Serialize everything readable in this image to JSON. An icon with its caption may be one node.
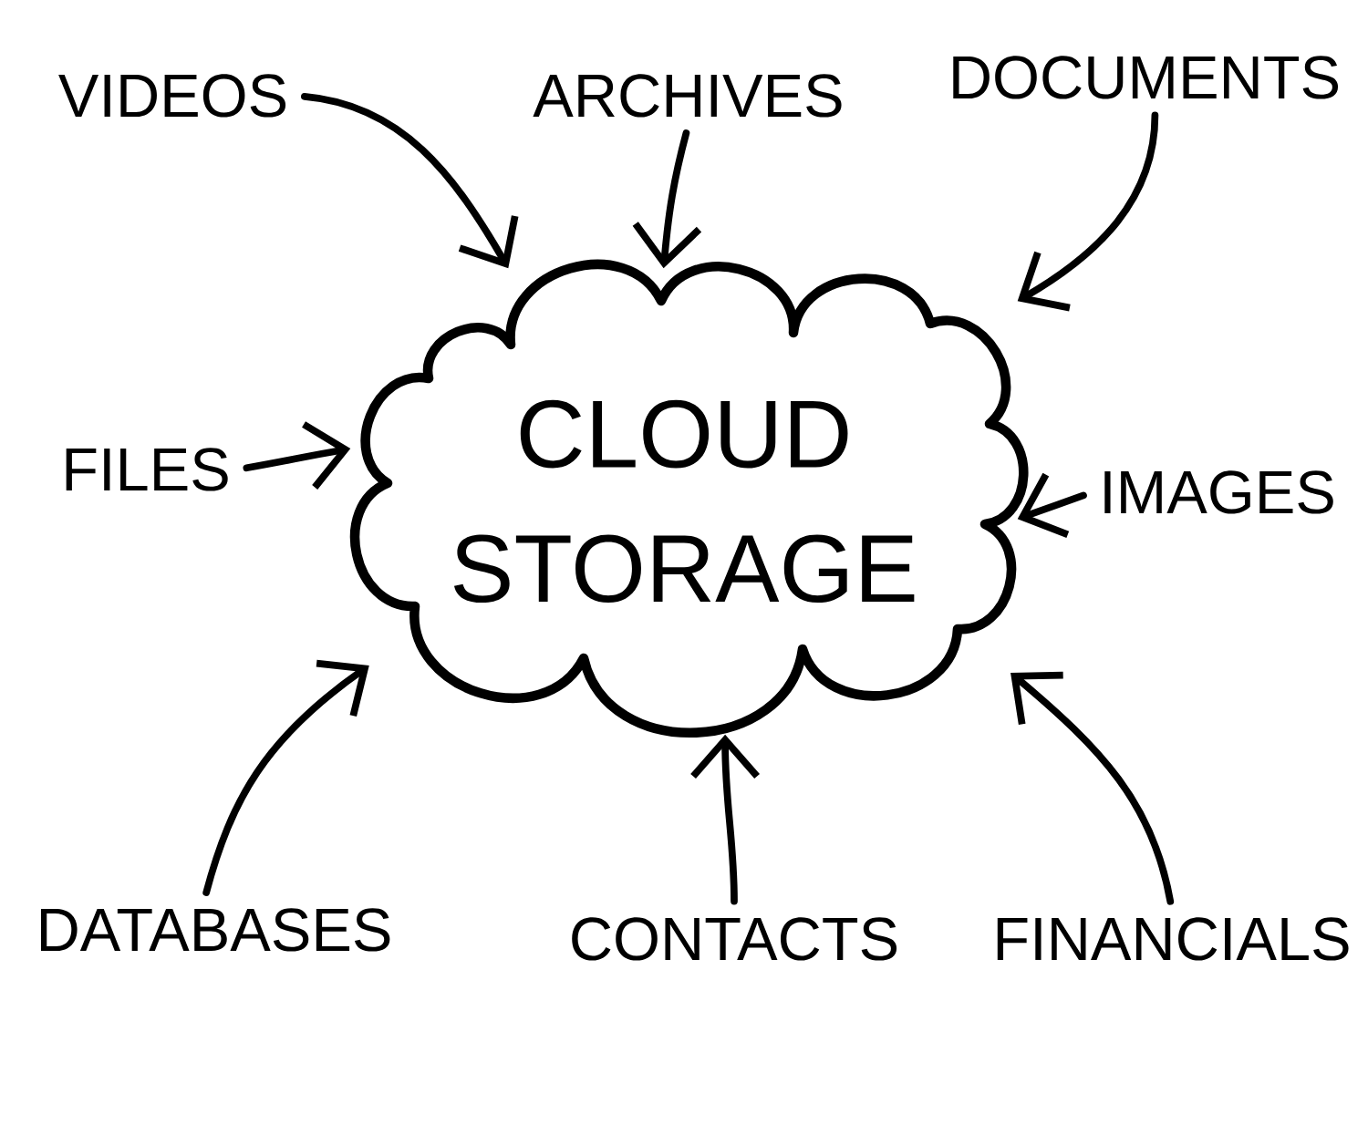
{
  "diagram": {
    "nodes": [
      {
        "text": [
          "VIDEOS"
        ]
      },
      {
        "text": [
          "ARCHIVES"
        ]
      },
      {
        "text": [
          "DOCUMENTS"
        ]
      },
      {
        "text": [
          "FILES"
        ]
      },
      {
        "text": [
          "CLOUD STORAGE"
        ]
      },
      {
        "text": [
          "IMAGES"
        ]
      },
      {
        "text": [
          "DATABASES"
        ]
      },
      {
        "text": [
          "CONTACTS"
        ]
      },
      {
        "text": [
          "FINANCIALS"
        ]
      }
    ],
    "edges": [
      {
        "from": 0,
        "to": 4,
        "arrow": "to"
      },
      {
        "from": 1,
        "to": 4,
        "arrow": "to"
      },
      {
        "from": 2,
        "to": 4,
        "arrow": "to"
      },
      {
        "from": 3,
        "to": 4,
        "arrow": "to"
      },
      {
        "from": 5,
        "to": 4,
        "arrow": "to"
      },
      {
        "from": 6,
        "to": 4,
        "arrow": "to"
      },
      {
        "from": 7,
        "to": 4,
        "arrow": "to"
      },
      {
        "from": 8,
        "to": 4,
        "arrow": "to"
      }
    ]
  }
}
